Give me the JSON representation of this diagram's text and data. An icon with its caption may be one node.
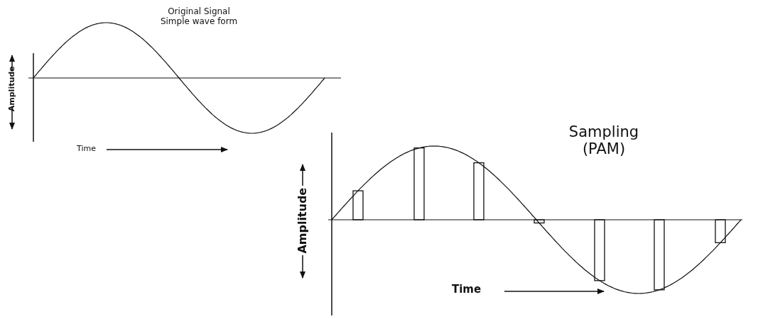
{
  "diagram": {
    "labels": [
      "Original Signal Simple wave form",
      "Amplitude",
      "Time",
      "Sampling (PAM)",
      "Amplitude",
      "Time"
    ]
  }
}
